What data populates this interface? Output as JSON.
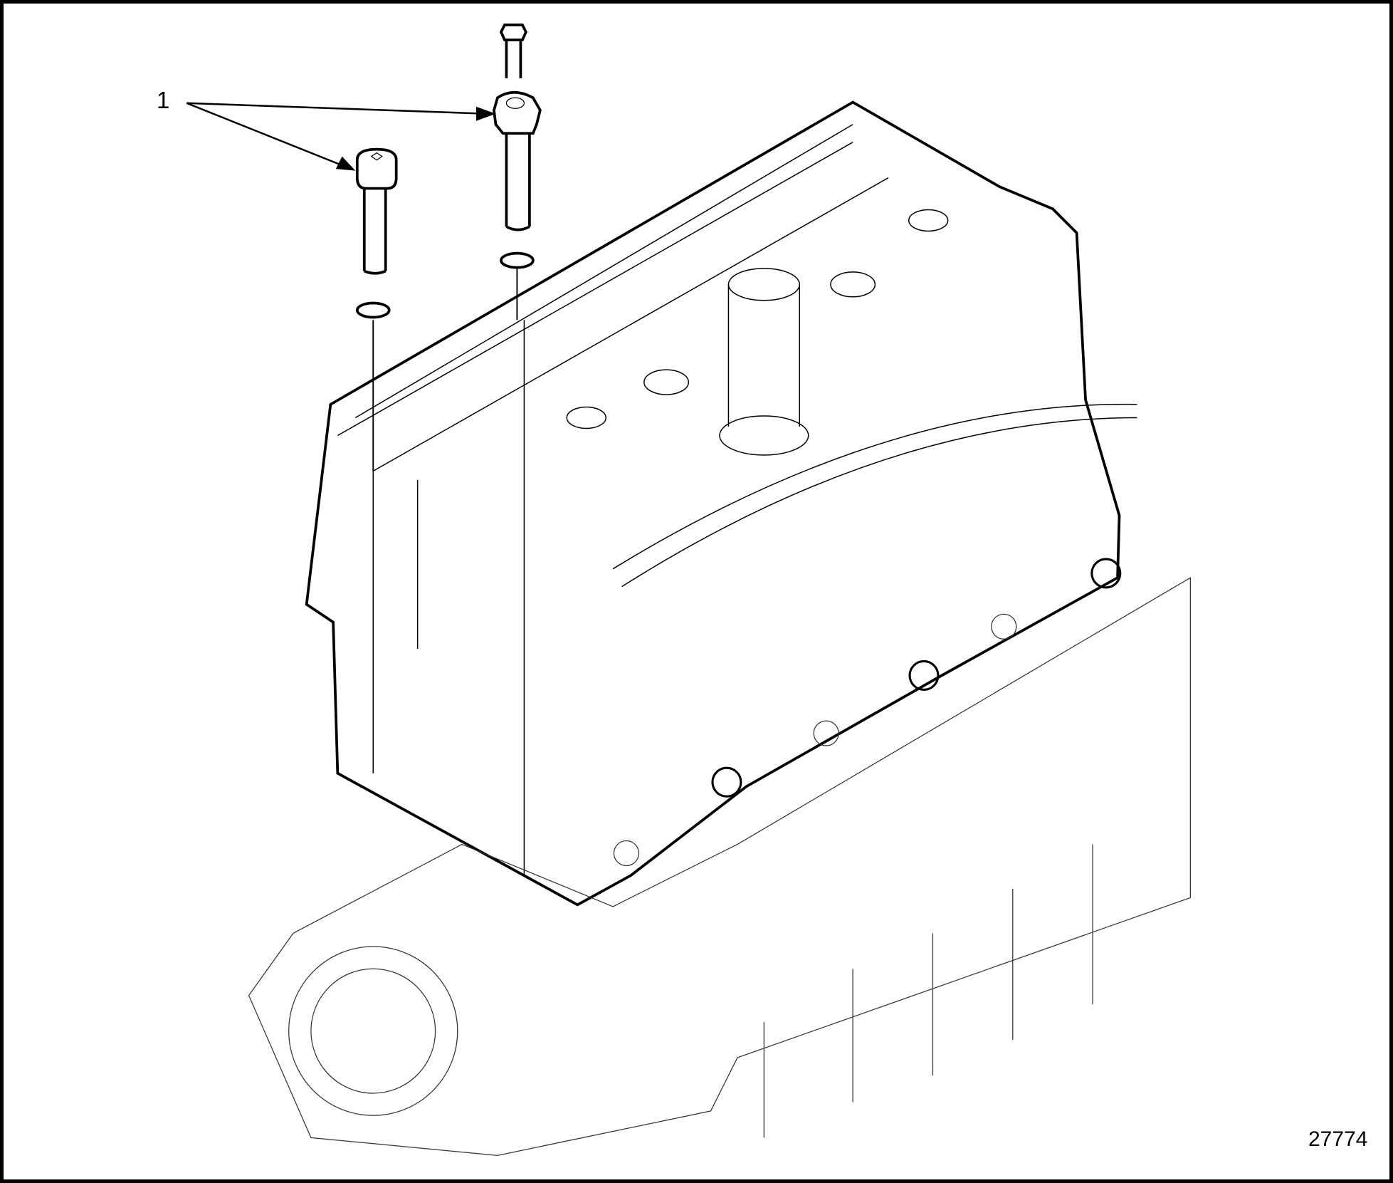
{
  "figure": {
    "type": "exploded-view technical illustration",
    "subject": "engine cylinder head with mounting bolts",
    "callouts": [
      {
        "label": "1",
        "targets": [
          "socket-head-cap-screw",
          "hex-head-bolt-with-nut"
        ]
      }
    ],
    "figure_number": "27774",
    "colors": {
      "line": "#000000",
      "background": "#ffffff"
    }
  }
}
